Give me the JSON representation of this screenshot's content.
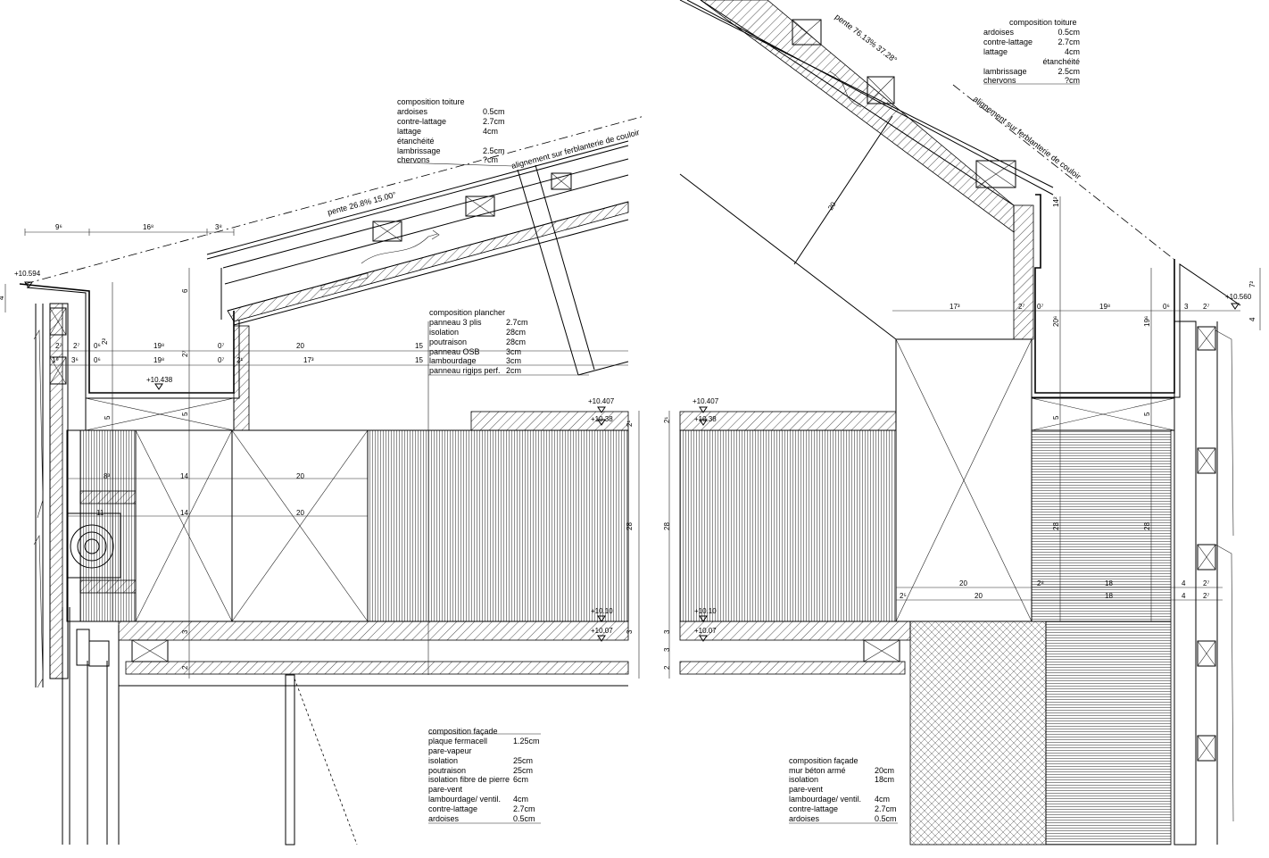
{
  "roof_left": {
    "title": "composition toiture",
    "rows": [
      {
        "label": "ardoises",
        "value": "0.5cm"
      },
      {
        "label": "contre-lattage",
        "value": "2.7cm"
      },
      {
        "label": "lattage",
        "value": "4cm"
      },
      {
        "label": "étanchéité",
        "value": ""
      },
      {
        "label": "lambrissage",
        "value": "2.5cm"
      },
      {
        "label": "chervons",
        "value": "?cm"
      }
    ],
    "slope": "pente 26.8% 15.00°",
    "alignment": "alignement sur ferblanterie de couloir"
  },
  "roof_right": {
    "title": "composition toiture",
    "rows": [
      {
        "label": "ardoises",
        "value": "0.5cm"
      },
      {
        "label": "contre-lattage",
        "value": "2.7cm"
      },
      {
        "label": "lattage",
        "value": "4cm"
      },
      {
        "label": "",
        "value": "étanchéité"
      },
      {
        "label": "lambrissage",
        "value": "2.5cm"
      },
      {
        "label": "chervons",
        "value": "?cm"
      }
    ],
    "slope": "pente 76.13% 37.28°",
    "alignment": "alignement sur ferblanterie de couloir"
  },
  "floor": {
    "title": "composition plancher",
    "rows": [
      {
        "label": "panneau 3 plis",
        "value": "2.7cm"
      },
      {
        "label": "isolation",
        "value": "28cm"
      },
      {
        "label": "poutraison",
        "value": "28cm"
      },
      {
        "label": "panneau OSB",
        "value": "3cm"
      },
      {
        "label": "lambourdage",
        "value": "3cm"
      },
      {
        "label": "panneau rigips perf.",
        "value": "2cm"
      }
    ]
  },
  "facade_left": {
    "title": "composition façade",
    "rows": [
      {
        "label": "plaque fermacell",
        "value": "1.25cm"
      },
      {
        "label": "pare-vapeur",
        "value": ""
      },
      {
        "label": "isolation",
        "value": "25cm"
      },
      {
        "label": "poutraison",
        "value": "25cm"
      },
      {
        "label": "isolation fibre de pierre",
        "value": "6cm"
      },
      {
        "label": "pare-vent",
        "value": ""
      },
      {
        "label": "lambourdage/ ventil.",
        "value": "4cm"
      },
      {
        "label": "contre-lattage",
        "value": "2.7cm"
      },
      {
        "label": "ardoises",
        "value": "0.5cm"
      }
    ]
  },
  "facade_right": {
    "title": "composition façade",
    "rows": [
      {
        "label": "mur béton armé",
        "value": "20cm"
      },
      {
        "label": "isolation",
        "value": "18cm"
      },
      {
        "label": "pare-vent",
        "value": ""
      },
      {
        "label": "lambourdage/ ventil.",
        "value": "4cm"
      },
      {
        "label": "contre-lattage",
        "value": "2.7cm"
      },
      {
        "label": "ardoises",
        "value": "0.5cm"
      }
    ]
  },
  "levels": {
    "l10594": "+10.594",
    "l10438": "+10.438",
    "l10407a": "+10.407",
    "l1038a": "+10.38",
    "l1010a": "+10.10",
    "l1007a": "+10.07",
    "l10407b": "+10.407",
    "l1038b": "+10.38",
    "l1010b": "+10.10",
    "l1007b": "+10.07",
    "l10560": "+10.560"
  },
  "dims": {
    "d96": "9⁶",
    "d168": "16⁸",
    "d38": "3⁸",
    "d4a": "4",
    "d6": "6",
    "d27a": "2⁷",
    "d27b": "2⁷",
    "d06a": "0⁶",
    "d198a": "19⁸",
    "d07a": "0⁷",
    "d20a": "20",
    "d15a": "15",
    "d19": "1⁹",
    "d36": "3⁶",
    "d06b": "0⁶",
    "d198b": "19⁸",
    "d07b": "0⁷",
    "d21": "2¹",
    "d173a": "17³",
    "d15b": "15",
    "d5a": "5",
    "d5b": "5",
    "d14a": "14",
    "d20b": "20",
    "d14b": "14",
    "d20c": "20",
    "d11": "11",
    "d83": "8³",
    "d28a": "28",
    "d3a": "3",
    "d3b": "3",
    "d2a": "2",
    "d21b": "2¹",
    "d2pa": "2²",
    "d27c": "2⁷",
    "d173b": "17³",
    "d27d": "2⁷",
    "d07c": "0⁷",
    "d198c": "19⁸",
    "d06c": "0⁶",
    "d3c": "3",
    "d27e": "2⁷",
    "d72": "7²",
    "d4b": "4",
    "d20d": "20",
    "d142": "14²",
    "d28b": "28",
    "d28c": "28",
    "d28d": "28",
    "d20e": "20",
    "d20f": "20",
    "d18a": "18",
    "d18b": "18",
    "d4c": "4",
    "d4d": "4",
    "d27f": "2⁷",
    "d27g": "2⁷",
    "d3d": "3",
    "d3e": "3",
    "d2b": "2",
    "d21c": "2¹",
    "d5c": "5",
    "d5d": "5",
    "d20g": "20⁶",
    "d196": "19⁶",
    "d25": "2⁵",
    "d28e": "2⁸"
  }
}
